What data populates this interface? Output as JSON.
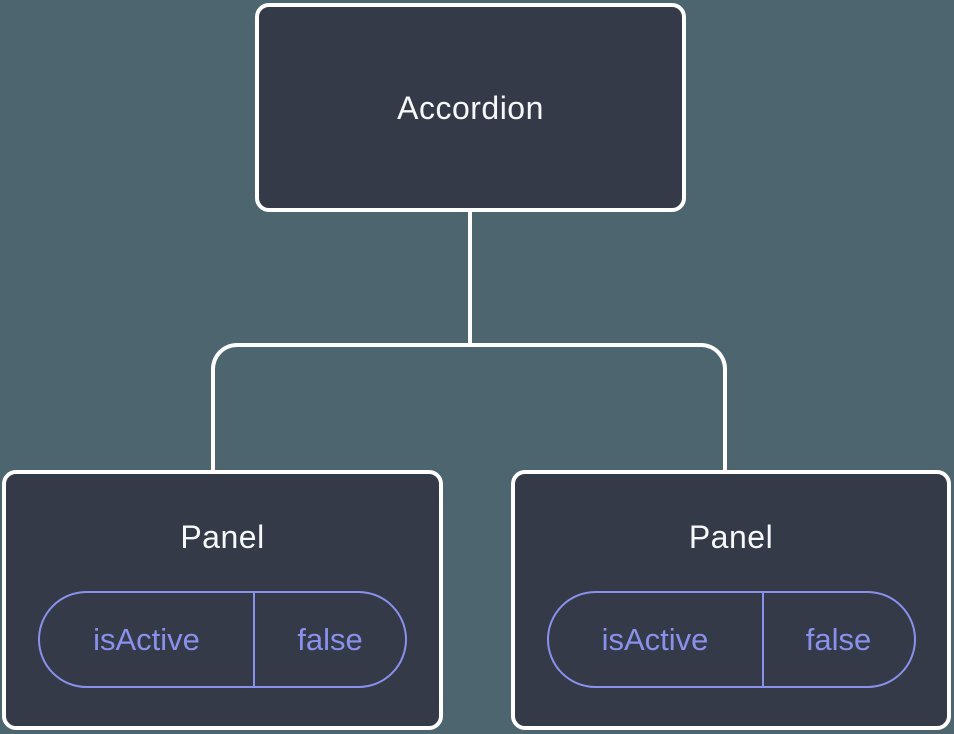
{
  "tree": {
    "root": {
      "label": "Accordion"
    },
    "children": [
      {
        "label": "Panel",
        "state_key": "isActive",
        "state_value": "false"
      },
      {
        "label": "Panel",
        "state_key": "isActive",
        "state_value": "false"
      }
    ]
  },
  "colors": {
    "background": "#4D656E",
    "node_fill": "#343A47",
    "node_border": "#FFFFFF",
    "node_text": "#F7F8FA",
    "state_accent": "#8A91EC"
  }
}
